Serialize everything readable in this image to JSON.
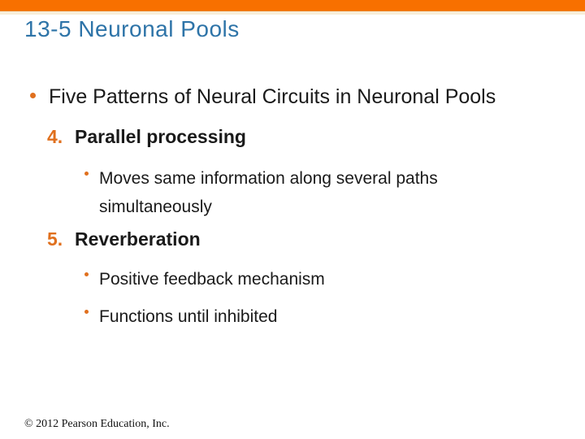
{
  "slide": {
    "header": {
      "title": "13-5 Neuronal Pools"
    },
    "bullet": {
      "text": "Five Patterns of Neural Circuits in Neuronal Pools"
    },
    "items": [
      {
        "number": "4.",
        "heading": "Parallel processing",
        "subs": [
          "Moves same information along several paths simultaneously"
        ]
      },
      {
        "number": "5.",
        "heading": "Reverberation",
        "subs": [
          "Positive feedback mechanism",
          "Functions until inhibited"
        ]
      }
    ],
    "footer": {
      "copyright": "© 2012 Pearson Education, Inc."
    },
    "colors": {
      "accent_bar_orange": "#F87000",
      "accent_strip_cream": "#F7EED9",
      "title_blue": "#2E74A8",
      "marker_orange": "#E0701E",
      "body_text": "#1A1A1A"
    }
  }
}
